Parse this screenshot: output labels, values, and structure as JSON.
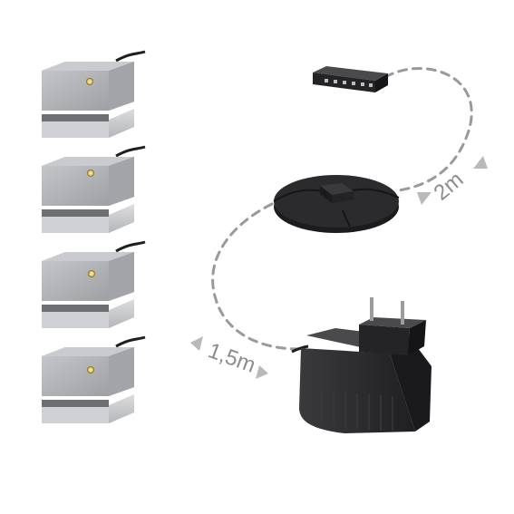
{
  "product_set": {
    "cable_length_upper": "2m",
    "cable_length_lower": "1,5m",
    "lamp_count": 4,
    "accent_dark": "#2b2b2d",
    "aluminium": "#a9abae",
    "dash_color": "#9a9a9a"
  },
  "icons": [
    "led-lamp-icon",
    "distributor-block-icon",
    "switch-disc-icon",
    "power-adapter-icon",
    "euro-plug-icon"
  ]
}
